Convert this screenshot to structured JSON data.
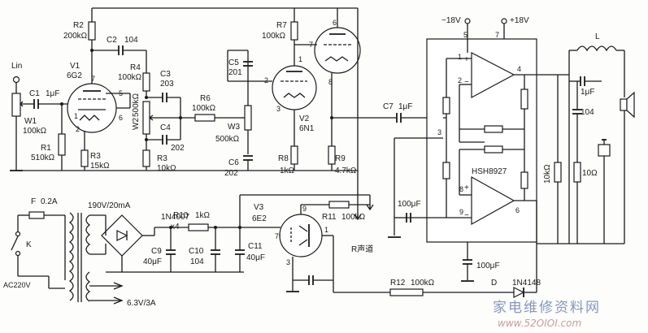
{
  "labels": {
    "lin": "Lin",
    "c1": "C1",
    "c1v": "1μF",
    "w1": "W1",
    "w1v": "100kΩ",
    "r1": "R1",
    "r1v": "510kΩ",
    "v1": "V1",
    "v1t": "6G2",
    "r2": "R2",
    "r2v": "200kΩ",
    "c2": "C2",
    "c2v": "104",
    "r3a": "R3",
    "r3av": "15kΩ",
    "r4": "R4",
    "r4v": "100kΩ",
    "c3": "C3",
    "c3v": "203",
    "w2": "W2",
    "w2v": "500kΩ",
    "c4": "C4",
    "c4v": "202",
    "r3b": "R3",
    "r3bv": "10kΩ",
    "r6": "R6",
    "r6v": "100kΩ",
    "w3": "W3",
    "w3v": "500kΩ",
    "c5": "C5",
    "c5v": "201",
    "c6": "C6",
    "c6v": "202",
    "r7": "R7",
    "r7v": "100kΩ",
    "v2": "V2",
    "v2t": "6N1",
    "r8": "R8",
    "r8v": "1kΩ",
    "r9": "R9",
    "r9v": "4.7kΩ",
    "c7": "C7",
    "c7v": "1μF",
    "neg18": "−18V",
    "pos18": "+18V",
    "ic": "HSH8927",
    "l": "L",
    "c104": "104",
    "r10k": "10kΩ",
    "r10o": "10Ω",
    "c1u": "1μF",
    "c100a": "100μF",
    "c100b": "100μF",
    "fuse": "F",
    "fusev": "0.2A",
    "sw": "K",
    "ac": "AC220V",
    "tx": "190V/20mA",
    "bridge": "1N4007",
    "bridgex": "x4",
    "r10": "R10",
    "r10v": "1kΩ",
    "c9": "C9",
    "c9v": "40μF",
    "c10": "C10",
    "c10v": "104",
    "c11": "C11",
    "c11v": "40μF",
    "v3": "V3",
    "v3t": "6E2",
    "r11": "R11",
    "r11v": "100kΩ",
    "rch": "R声道",
    "r12": "R12",
    "r12v": "100kΩ",
    "diode": "D",
    "diodev": "1N4148",
    "heater": "6.3V/3A",
    "watermark": "家电维修资料网",
    "url": "www.52OIOI.com"
  },
  "pins": {
    "p1": "1",
    "p2": "2",
    "p3": "3",
    "p4": "4",
    "p5": "5",
    "p6": "6",
    "p7": "7",
    "p8": "8",
    "p9": "9"
  }
}
